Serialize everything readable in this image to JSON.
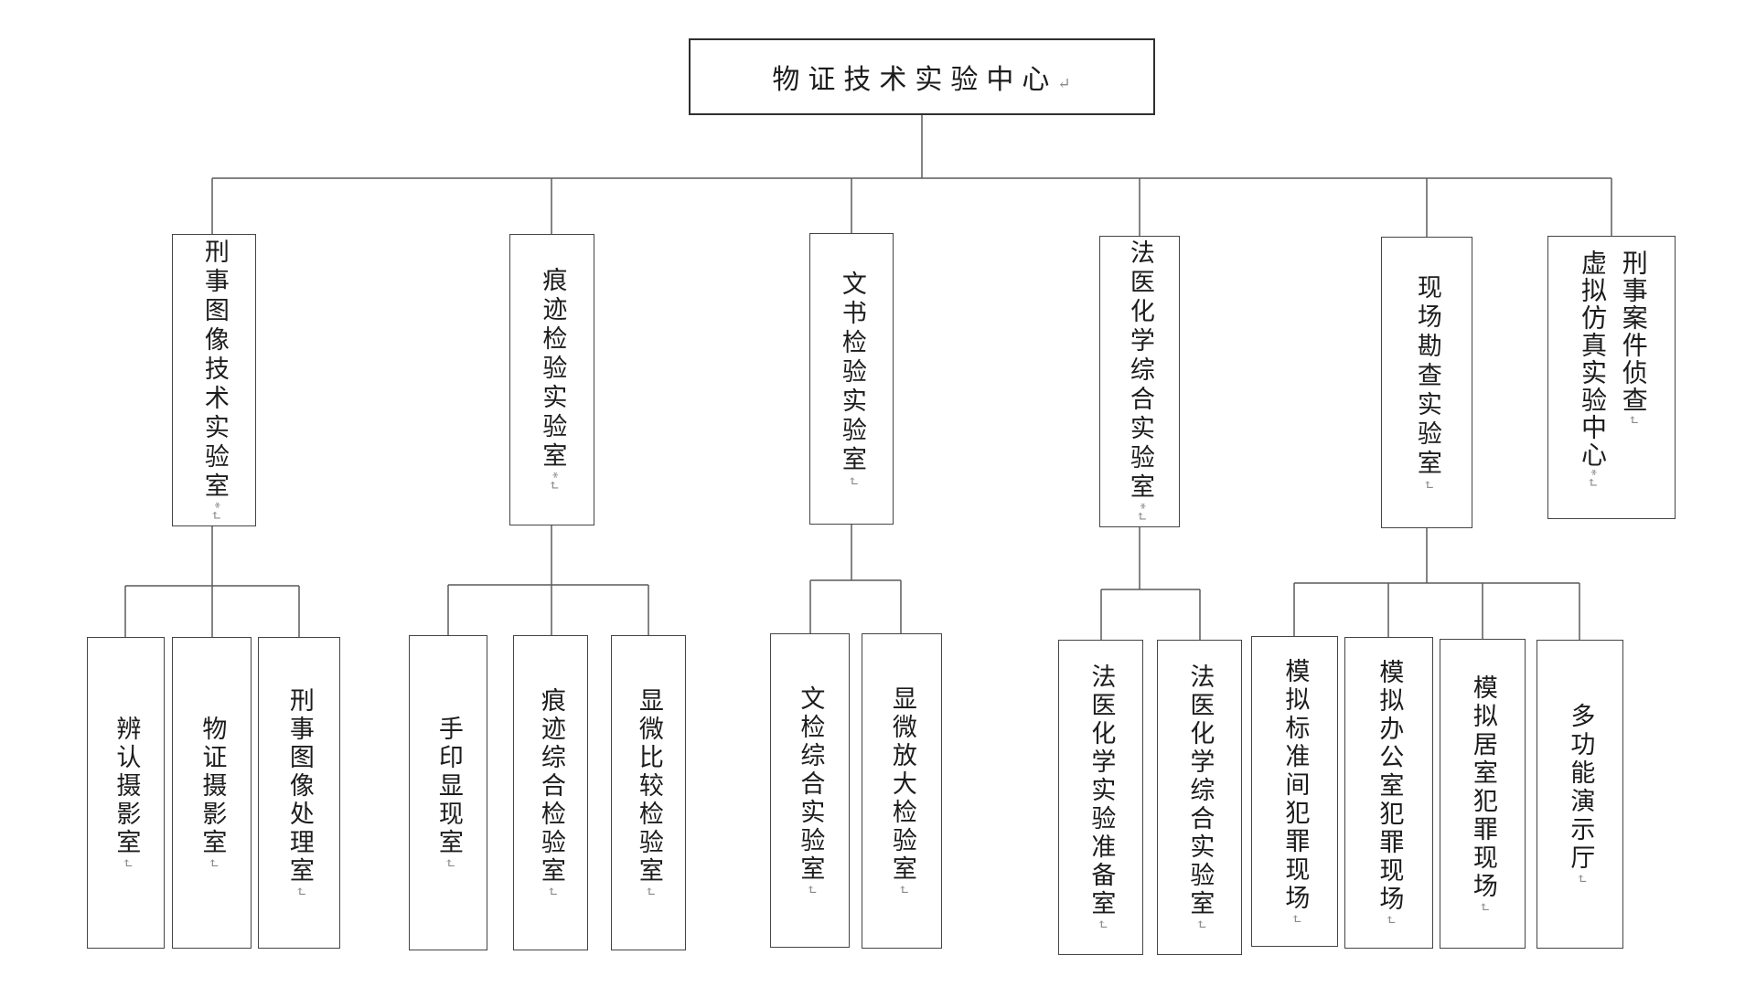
{
  "colors": {
    "box-border": "#454545",
    "root-border": "#2f2f2f",
    "line": "#5a5a5a",
    "text": "#1c1c1c",
    "mark": "#8a8a8a",
    "background": "#ffffff"
  },
  "root": {
    "label": "物证技术实验中心",
    "mark": "↵"
  },
  "level2": [
    {
      "label": "刑事图像技术实验室",
      "mark": "*↵"
    },
    {
      "label": "痕迹检验实验室",
      "mark": "*↵"
    },
    {
      "label": "文书检验实验室",
      "mark": "↵"
    },
    {
      "label": "法医化学综合实验室",
      "mark": "*↵"
    },
    {
      "label": "现场勘查实验室",
      "mark": "↵"
    },
    {
      "label": "刑事案件侦查",
      "mark": "↵",
      "label2": "虚拟仿真实验中心",
      "mark2": "*↵"
    }
  ],
  "level3": [
    {
      "label": "辨认摄影室",
      "mark": "↵"
    },
    {
      "label": "物证摄影室",
      "mark": "↵"
    },
    {
      "label": "刑事图像处理室",
      "mark": "↵"
    },
    {
      "label": "手印显现室",
      "mark": "↵"
    },
    {
      "label": "痕迹综合检验室",
      "mark": "↵"
    },
    {
      "label": "显微比较检验室",
      "mark": "↵"
    },
    {
      "label": "文检综合实验室",
      "mark": "↵"
    },
    {
      "label": "显微放大检验室",
      "mark": "↵"
    },
    {
      "label": "法医化学实验准备室",
      "mark": "↵"
    },
    {
      "label": "法医化学综合实验室",
      "mark": "↵"
    },
    {
      "label": "模拟标准间犯罪现场",
      "mark": "↵"
    },
    {
      "label": "模拟办公室犯罪现场",
      "mark": "↵"
    },
    {
      "label": "模拟居室犯罪现场",
      "mark": "↵"
    },
    {
      "label": "多功能演示厅",
      "mark": "↵"
    }
  ]
}
